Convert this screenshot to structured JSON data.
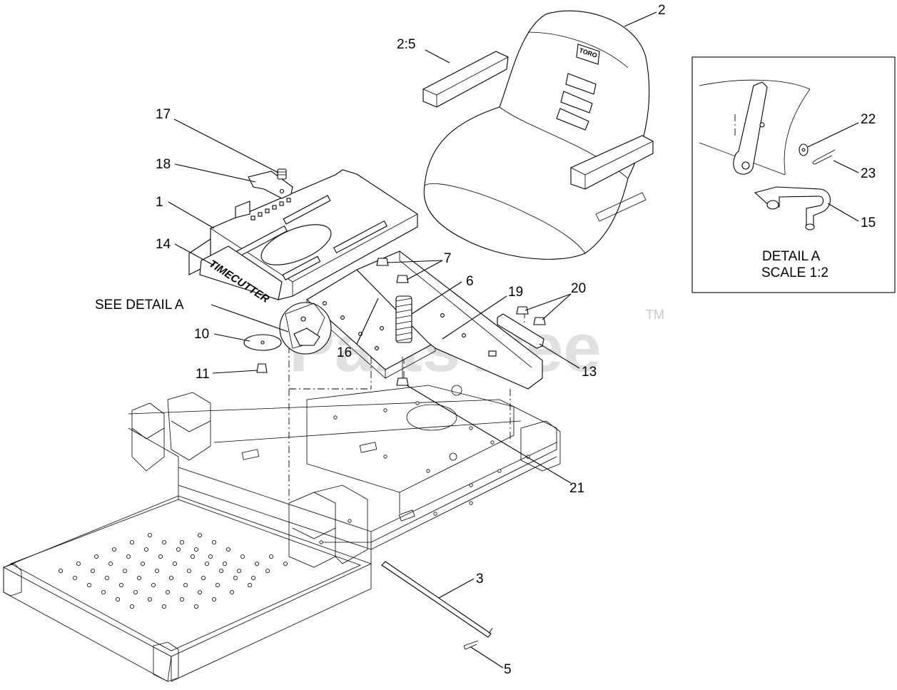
{
  "callouts": {
    "c1": "1",
    "c2": "2",
    "c2_5": "2:5",
    "c3": "3",
    "c5": "5",
    "c6": "6",
    "c7": "7",
    "c10": "10",
    "c11": "11",
    "c13": "13",
    "c14": "14",
    "c15": "15",
    "c16": "16",
    "c17": "17",
    "c18": "18",
    "c19": "19",
    "c20": "20",
    "c21": "21",
    "c22": "22",
    "c23": "23"
  },
  "see_detail": "SEE DETAIL  A",
  "detail_box": {
    "title": "DETAIL  A",
    "scale": "SCALE  1:2"
  },
  "decal_text": "TIMECUTTER",
  "seat_badge": "TORO",
  "watermark": {
    "text": "PartsTree",
    "trademark": "TM",
    "color": "#c8c8c8"
  }
}
